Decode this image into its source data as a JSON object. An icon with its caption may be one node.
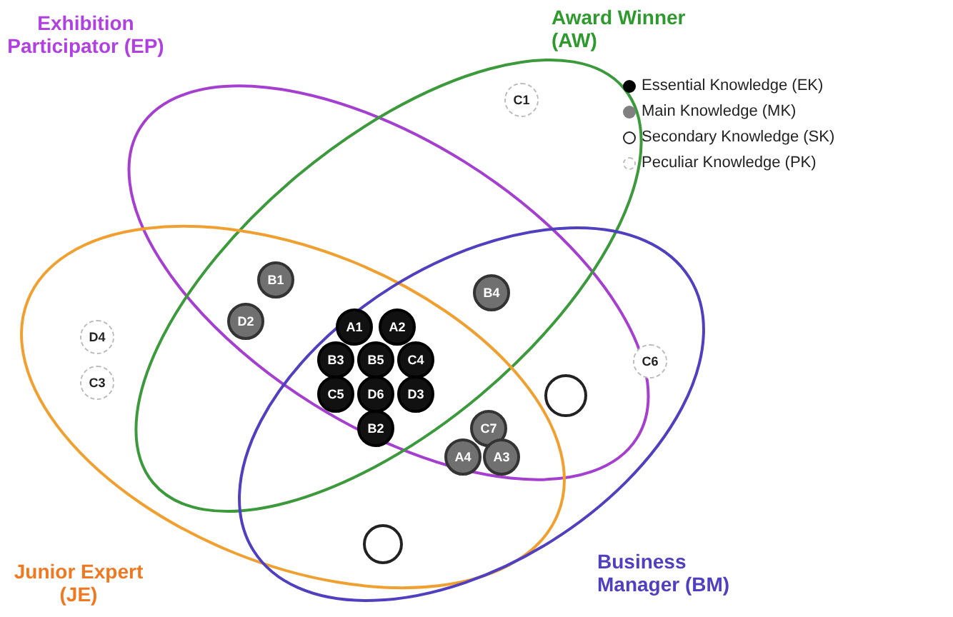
{
  "diagram": {
    "nodes": [
      {
        "text": [
          "Exhibition Participator (EP)"
        ]
      },
      {
        "text": [
          "Award Winner (AW)"
        ]
      },
      {
        "text": [
          "C1"
        ],
        "in": 1
      },
      {
        "text": [
          "Junior Expert (JE)"
        ]
      },
      {
        "text": [
          "Business Manager (BM)"
        ]
      },
      {
        "text": [
          "B1"
        ]
      },
      {
        "text": [
          "D2"
        ]
      },
      {
        "text": [
          "B4"
        ]
      },
      {
        "text": [
          "D4"
        ],
        "in": 3
      },
      {
        "text": [
          "C3"
        ],
        "in": 3
      },
      {
        "text": [
          "A1"
        ]
      },
      {
        "text": [
          "A2"
        ]
      },
      {
        "text": [
          "B3"
        ]
      },
      {
        "text": [
          "B5"
        ]
      },
      {
        "text": [
          "C4"
        ]
      },
      {
        "text": [
          "C6"
        ],
        "in": 4
      },
      {
        "text": [
          "C5"
        ]
      },
      {
        "text": [
          "D6"
        ]
      },
      {
        "text": [
          "D3"
        ]
      },
      {
        "text": [],
        "shape": "circle"
      },
      {
        "text": [
          "C7"
        ]
      },
      {
        "text": [
          "B2"
        ]
      },
      {
        "text": [
          "A4"
        ]
      },
      {
        "text": [
          "A3"
        ]
      },
      {
        "text": [],
        "shape": "circle"
      }
    ],
    "edges": [],
    "legend": [
      {
        "text": "Essential Knowledge (EK)",
        "color": "#000000"
      },
      {
        "text": "Main Knowledge (MK)",
        "color": "#808080"
      },
      {
        "text": "Secondary Knowledge (SK)"
      },
      {
        "text": "Peculiar Knowledge (PK)"
      }
    ]
  }
}
